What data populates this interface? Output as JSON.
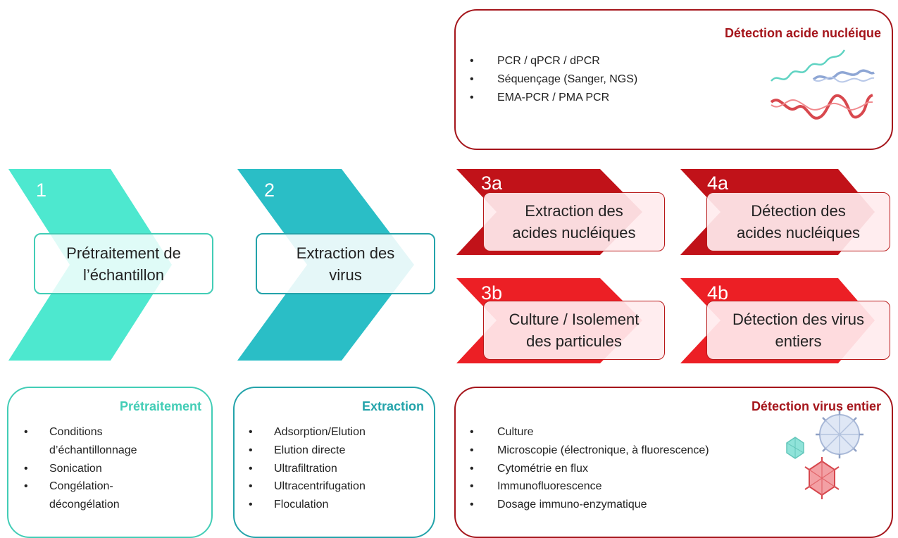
{
  "colors": {
    "step1": "#4de8cf",
    "step2": "#2abec6",
    "step3a": "#c11219",
    "step3b": "#ec1f25",
    "title_teal1": "#42cdb6",
    "title_teal2": "#23a3aa",
    "title_red": "#a5151b"
  },
  "steps": {
    "s1": {
      "number": "1",
      "label": "Prétraitement de\nl’échantillon"
    },
    "s2": {
      "number": "2",
      "label": "Extraction des\nvirus"
    },
    "s3a": {
      "number": "3a",
      "label": "Extraction des\nacides nucléiques"
    },
    "s4a": {
      "number": "4a",
      "label": "Détection des\nacides nucléiques"
    },
    "s3b": {
      "number": "3b",
      "label": "Culture / Isolement\ndes particules"
    },
    "s4b": {
      "number": "4b",
      "label": "Détection des virus\nentiers"
    }
  },
  "panels": {
    "nucleic": {
      "title": "Détection acide nucléique",
      "items": [
        "PCR / qPCR / dPCR",
        "Séquençage (Sanger, NGS)",
        "EMA-PCR / PMA PCR"
      ],
      "illustration": "nucleic-acid-strands"
    },
    "pretreatment": {
      "title": "Prétraitement",
      "items": [
        [
          "Conditions",
          "d’échantillonnage"
        ],
        [
          "Sonication"
        ],
        [
          "Congélation-",
          "décongélation"
        ]
      ]
    },
    "extraction": {
      "title": "Extraction",
      "items": [
        "Adsorption/Elution",
        "Elution directe",
        "Ultrafiltration",
        "Ultracentrifugation",
        "Floculation"
      ]
    },
    "whole_virus": {
      "title": "Détection virus entier",
      "items": [
        "Culture",
        "Microscopie (électronique, à fluorescence)",
        "Cytométrie en flux",
        "Immunofluorescence",
        "Dosage immuno-enzymatique"
      ],
      "illustration": "virus-particles"
    }
  }
}
